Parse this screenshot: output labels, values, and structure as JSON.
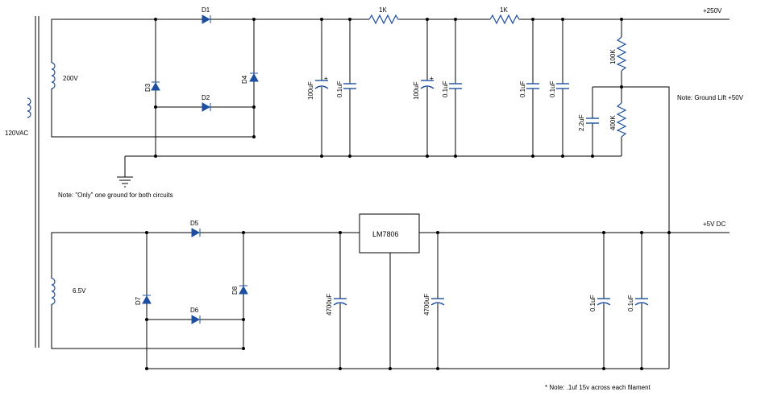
{
  "schematic": {
    "transformer": {
      "primary_label": "120VAC",
      "secondary_high_label": "200V",
      "secondary_low_label": "6.5V"
    },
    "outputs": {
      "high_voltage_label": "+250V",
      "low_voltage_label": "+5V DC"
    },
    "diodes": [
      "D1",
      "D2",
      "D3",
      "D4",
      "D5",
      "D6",
      "D7",
      "D8"
    ],
    "resistors": {
      "r1": "1K",
      "r2": "1K",
      "r3": "100K",
      "r4": "400K"
    },
    "capacitors": {
      "c1": "100uF",
      "c2": "0.1uF",
      "c3": "100uF",
      "c4": "0.1uF",
      "c5": "0.1uF",
      "c6": "0.1uF",
      "c7": "2.2uF",
      "c8": "4700uF",
      "c9": "4700uF",
      "c10": "0.1uF",
      "c11": "0.1uF"
    },
    "regulator": "LM7806",
    "notes": {
      "ground_lift": "Note:  Ground Lift +50V",
      "ground": "Note:  \"Only\" one ground for both circuits",
      "filament": "* Note:  .1uf 15v across each filament"
    },
    "colors": {
      "component": "#1c4fa0",
      "wire": "#000000"
    }
  }
}
